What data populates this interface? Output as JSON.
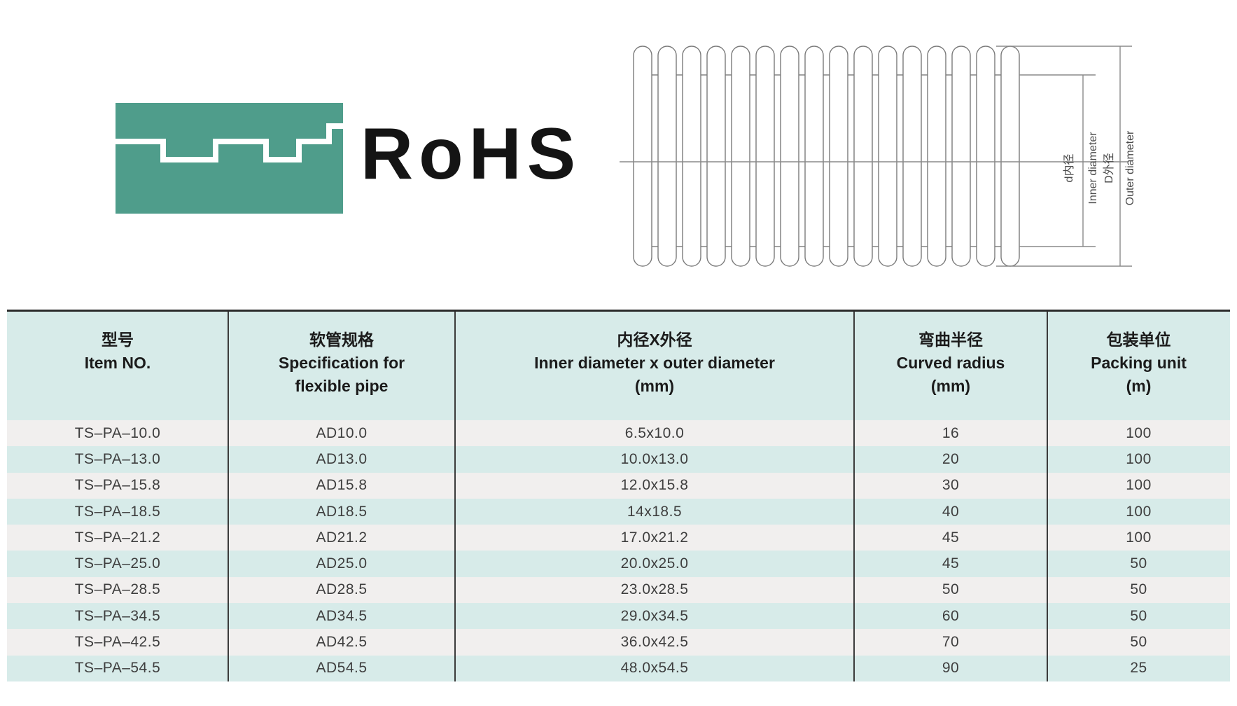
{
  "branding": {
    "logo_color": "#4f9d8b",
    "rohs_label": "RoHS"
  },
  "diagram": {
    "inner_label_zh": "d内径",
    "inner_label_en": "Inner diameter",
    "outer_label_zh": "D外径",
    "outer_label_en": "Outer diameter"
  },
  "table": {
    "header": {
      "col1_zh": "型号",
      "col1_en": "Item NO.",
      "col2_zh": "软管规格",
      "col2_en_line1": "Specification for",
      "col2_en_line2": "flexible pipe",
      "col3_zh": "内径X外径",
      "col3_en": "Inner diameter x outer diameter",
      "col3_unit": "(mm)",
      "col4_zh": "弯曲半径",
      "col4_en": "Curved radius",
      "col4_unit": "(mm)",
      "col5_zh": "包装单位",
      "col5_en": "Packing unit",
      "col5_unit": "(m)"
    },
    "rows": [
      [
        "TS–PA–10.0",
        "AD10.0",
        "6.5x10.0",
        "16",
        "100"
      ],
      [
        "TS–PA–13.0",
        "AD13.0",
        "10.0x13.0",
        "20",
        "100"
      ],
      [
        "TS–PA–15.8",
        "AD15.8",
        "12.0x15.8",
        "30",
        "100"
      ],
      [
        "TS–PA–18.5",
        "AD18.5",
        "14x18.5",
        "40",
        "100"
      ],
      [
        "TS–PA–21.2",
        "AD21.2",
        "17.0x21.2",
        "45",
        "100"
      ],
      [
        "TS–PA–25.0",
        "AD25.0",
        "20.0x25.0",
        "45",
        "50"
      ],
      [
        "TS–PA–28.5",
        "AD28.5",
        "23.0x28.5",
        "50",
        "50"
      ],
      [
        "TS–PA–34.5",
        "AD34.5",
        "29.0x34.5",
        "60",
        "50"
      ],
      [
        "TS–PA–42.5",
        "AD42.5",
        "36.0x42.5",
        "70",
        "50"
      ],
      [
        "TS–PA–54.5",
        "AD54.5",
        "48.0x54.5",
        "90",
        "25"
      ]
    ]
  },
  "colors": {
    "header_bg": "#d7ebe9",
    "row_light": "#f1efee",
    "row_cyan": "#d7ebe9",
    "top_border": "#2b2b2b",
    "column_line": "#3b3b3b",
    "diagram_line": "#8a8a8a",
    "cell_text": "#3e3e3e"
  }
}
